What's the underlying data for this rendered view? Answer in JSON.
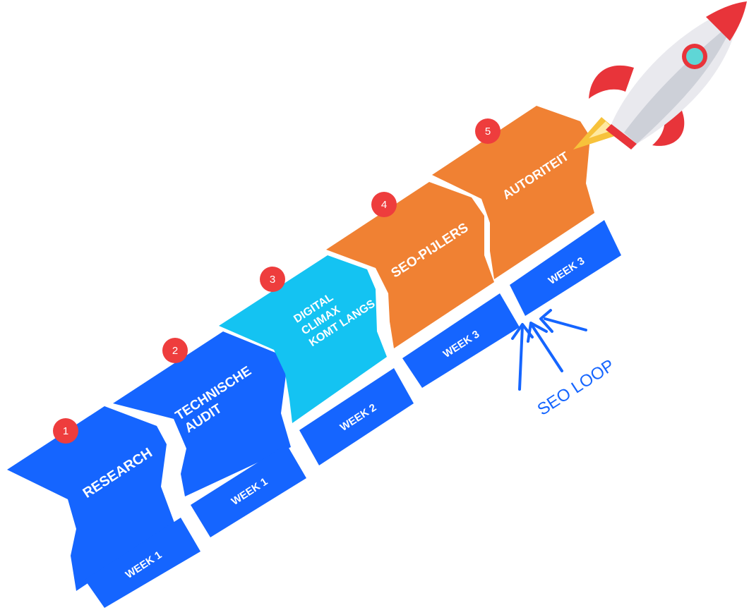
{
  "steps": [
    {
      "number": "1",
      "label_lines": [
        "RESEARCH"
      ],
      "color": "#1565ff"
    },
    {
      "number": "2",
      "label_lines": [
        "TECHNISCHE",
        "AUDIT"
      ],
      "color": "#1565ff"
    },
    {
      "number": "3",
      "label_lines": [
        "DIGITAL",
        "CLIMAX",
        "KOMT LANGS"
      ],
      "color": "#14c3f2"
    },
    {
      "number": "4",
      "label_lines": [
        "SEO-PIJLERS"
      ],
      "color": "#f08133"
    },
    {
      "number": "5",
      "label_lines": [
        "AUTORITEIT"
      ],
      "color": "#f08133"
    }
  ],
  "weeks": [
    "WEEK 1",
    "WEEK 1",
    "WEEK 2",
    "WEEK 3",
    "WEEK 3"
  ],
  "loop_label": "SEO LOOP",
  "colors": {
    "blue": "#1565ff",
    "cyan": "#14c3f2",
    "orange": "#f08133",
    "badge": "#ee3d3d",
    "rocket_red": "#e8343a"
  },
  "icons": [
    "rocket-icon",
    "seo-loop-arrows-icon"
  ]
}
